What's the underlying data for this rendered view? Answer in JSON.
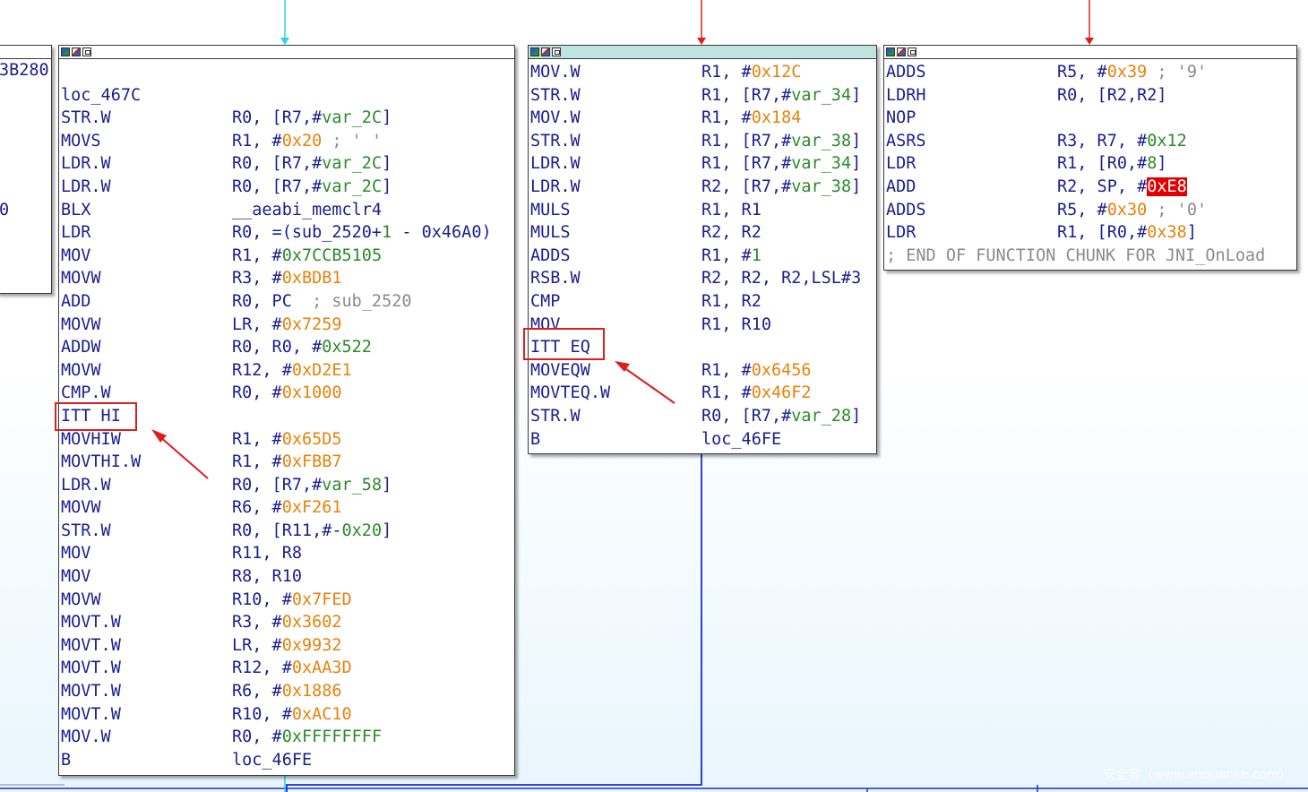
{
  "left_partial": {
    "text": "3B280",
    "text2": "0"
  },
  "node1": {
    "lines": [
      {
        "m": "",
        "o": ""
      },
      {
        "m": "loc_467C",
        "o": ""
      },
      {
        "m": "STR.W",
        "o": [
          [
            "R0, [R7,#",
            ""
          ],
          [
            "var_2C",
            "g"
          ],
          [
            "]",
            ""
          ]
        ]
      },
      {
        "m": "MOVS",
        "o": [
          [
            "R1, #",
            ""
          ],
          [
            "0x20",
            "o"
          ],
          [
            " ; ' '",
            "cmt"
          ]
        ]
      },
      {
        "m": "LDR.W",
        "o": [
          [
            "R0, [R7,#",
            ""
          ],
          [
            "var_2C",
            "g"
          ],
          [
            "]",
            ""
          ]
        ]
      },
      {
        "m": "LDR.W",
        "o": [
          [
            "R0, [R7,#",
            ""
          ],
          [
            "var_2C",
            "g"
          ],
          [
            "]",
            ""
          ]
        ]
      },
      {
        "m": "BLX",
        "o": [
          [
            "__aeabi_memclr4",
            ""
          ]
        ]
      },
      {
        "m": "LDR",
        "o": [
          [
            "R0, =(sub_2520+",
            ""
          ],
          [
            "1",
            "g"
          ],
          [
            " - 0x46A0)",
            ""
          ]
        ]
      },
      {
        "m": "MOV",
        "o": [
          [
            "R1, #",
            ""
          ],
          [
            "0x7CCB5105",
            "g"
          ]
        ]
      },
      {
        "m": "MOVW",
        "o": [
          [
            "R3, #",
            ""
          ],
          [
            "0xBDB1",
            "o"
          ]
        ]
      },
      {
        "m": "ADD",
        "o": [
          [
            "R0, PC  ",
            ""
          ],
          [
            "; sub_2520",
            "cmt"
          ]
        ]
      },
      {
        "m": "MOVW",
        "o": [
          [
            "LR, #",
            ""
          ],
          [
            "0x7259",
            "o"
          ]
        ]
      },
      {
        "m": "ADDW",
        "o": [
          [
            "R0, R0, #",
            ""
          ],
          [
            "0x522",
            "g"
          ]
        ]
      },
      {
        "m": "MOVW",
        "o": [
          [
            "R12, #",
            ""
          ],
          [
            "0xD2E1",
            "o"
          ]
        ]
      },
      {
        "m": "CMP.W",
        "o": [
          [
            "R0, #",
            ""
          ],
          [
            "0x1000",
            "o"
          ]
        ]
      },
      {
        "m": "ITT HI",
        "o": ""
      },
      {
        "m": "MOVHIW",
        "o": [
          [
            "R1, #",
            ""
          ],
          [
            "0x65D5",
            "o"
          ]
        ]
      },
      {
        "m": "MOVTHI.W",
        "o": [
          [
            "R1, #",
            ""
          ],
          [
            "0xFBB7",
            "o"
          ]
        ]
      },
      {
        "m": "LDR.W",
        "o": [
          [
            "R0, [R7,#",
            ""
          ],
          [
            "var_58",
            "g"
          ],
          [
            "]",
            ""
          ]
        ]
      },
      {
        "m": "MOVW",
        "o": [
          [
            "R6, #",
            ""
          ],
          [
            "0xF261",
            "o"
          ]
        ]
      },
      {
        "m": "STR.W",
        "o": [
          [
            "R0, [R11,#-",
            ""
          ],
          [
            "0x20",
            "g"
          ],
          [
            "]",
            ""
          ]
        ]
      },
      {
        "m": "MOV",
        "o": [
          [
            "R11, R8",
            ""
          ]
        ]
      },
      {
        "m": "MOV",
        "o": [
          [
            "R8, R10",
            ""
          ]
        ]
      },
      {
        "m": "MOVW",
        "o": [
          [
            "R10, #",
            ""
          ],
          [
            "0x7FED",
            "o"
          ]
        ]
      },
      {
        "m": "MOVT.W",
        "o": [
          [
            "R3, #",
            ""
          ],
          [
            "0x3602",
            "o"
          ]
        ]
      },
      {
        "m": "MOVT.W",
        "o": [
          [
            "LR, #",
            ""
          ],
          [
            "0x9932",
            "o"
          ]
        ]
      },
      {
        "m": "MOVT.W",
        "o": [
          [
            "R12, #",
            ""
          ],
          [
            "0xAA3D",
            "o"
          ]
        ]
      },
      {
        "m": "MOVT.W",
        "o": [
          [
            "R6, #",
            ""
          ],
          [
            "0x1886",
            "o"
          ]
        ]
      },
      {
        "m": "MOVT.W",
        "o": [
          [
            "R10, #",
            ""
          ],
          [
            "0xAC10",
            "o"
          ]
        ]
      },
      {
        "m": "MOV.W",
        "o": [
          [
            "R0, #",
            ""
          ],
          [
            "0xFFFFFFFF",
            "g"
          ]
        ]
      },
      {
        "m": "B",
        "o": [
          [
            "loc_46FE",
            ""
          ]
        ]
      }
    ]
  },
  "node2": {
    "lines": [
      {
        "m": "MOV.W",
        "o": [
          [
            "R1, #",
            ""
          ],
          [
            "0x12C",
            "o"
          ]
        ]
      },
      {
        "m": "STR.W",
        "o": [
          [
            "R1, [R7,#",
            ""
          ],
          [
            "var_34",
            "g"
          ],
          [
            "]",
            ""
          ]
        ]
      },
      {
        "m": "MOV.W",
        "o": [
          [
            "R1, #",
            ""
          ],
          [
            "0x184",
            "o"
          ]
        ]
      },
      {
        "m": "STR.W",
        "o": [
          [
            "R1, [R7,#",
            ""
          ],
          [
            "var_38",
            "g"
          ],
          [
            "]",
            ""
          ]
        ]
      },
      {
        "m": "LDR.W",
        "o": [
          [
            "R1, [R7,#",
            ""
          ],
          [
            "var_34",
            "g"
          ],
          [
            "]",
            ""
          ]
        ]
      },
      {
        "m": "LDR.W",
        "o": [
          [
            "R2, [R7,#",
            ""
          ],
          [
            "var_38",
            "g"
          ],
          [
            "]",
            ""
          ]
        ]
      },
      {
        "m": "MULS",
        "o": [
          [
            "R1, R1",
            ""
          ]
        ]
      },
      {
        "m": "MULS",
        "o": [
          [
            "R2, R2",
            ""
          ]
        ]
      },
      {
        "m": "ADDS",
        "o": [
          [
            "R1, #",
            ""
          ],
          [
            "1",
            "g"
          ]
        ]
      },
      {
        "m": "RSB.W",
        "o": [
          [
            "R2, R2, R2,LSL#3",
            ""
          ]
        ]
      },
      {
        "m": "CMP",
        "o": [
          [
            "R1, R2",
            ""
          ]
        ]
      },
      {
        "m": "MOV",
        "o": [
          [
            "R1, R10",
            ""
          ]
        ]
      },
      {
        "m": "ITT EQ",
        "o": ""
      },
      {
        "m": "MOVEQW",
        "o": [
          [
            "R1, #",
            ""
          ],
          [
            "0x6456",
            "o"
          ]
        ]
      },
      {
        "m": "MOVTEQ.W",
        "o": [
          [
            "R1, #",
            ""
          ],
          [
            "0x46F2",
            "o"
          ]
        ]
      },
      {
        "m": "STR.W",
        "o": [
          [
            "R0, [R7,#",
            ""
          ],
          [
            "var_28",
            "g"
          ],
          [
            "]",
            ""
          ]
        ]
      },
      {
        "m": "B",
        "o": [
          [
            "loc_46FE",
            ""
          ]
        ]
      }
    ]
  },
  "node3": {
    "lines": [
      {
        "m": "ADDS",
        "o": [
          [
            "R5, #",
            ""
          ],
          [
            "0x39",
            "o"
          ],
          [
            " ; '9'",
            "cmt"
          ]
        ]
      },
      {
        "m": "LDRH",
        "o": [
          [
            "R0, [R2,R2]",
            ""
          ]
        ]
      },
      {
        "m": "NOP",
        "o": ""
      },
      {
        "m": "ASRS",
        "o": [
          [
            "R3, R7, #",
            ""
          ],
          [
            "0x12",
            "g"
          ]
        ]
      },
      {
        "m": "LDR",
        "o": [
          [
            "R1, [R0,#",
            ""
          ],
          [
            "8",
            "g"
          ],
          [
            "]",
            ""
          ]
        ]
      },
      {
        "m": "ADD",
        "o": [
          [
            "R2, SP, #",
            ""
          ],
          [
            "0xE8",
            "hlred"
          ]
        ]
      },
      {
        "m": "ADDS",
        "o": [
          [
            "R5, #",
            ""
          ],
          [
            "0x30",
            "o"
          ],
          [
            " ; '0'",
            "cmt"
          ]
        ]
      },
      {
        "m": "LDR",
        "o": [
          [
            "R1, [R0,#",
            ""
          ],
          [
            "0x38",
            "o"
          ],
          [
            "]",
            ""
          ]
        ]
      },
      {
        "m": "; END OF FUNCTION CHUNK FOR JNI_OnLoad",
        "o": "",
        "mc": "cmt"
      }
    ]
  },
  "watermark": "安全客（www.anquanke.com）",
  "colors": {
    "mnemonic": "#1b1e8e",
    "imm_orange": "#e6820a",
    "imm_green": "#2a8a2a",
    "comment": "#8b8b8b",
    "annot_red": "#e01d1d",
    "edge_blue": "#1a2bd4",
    "edge_cyan": "#27d2e8"
  }
}
